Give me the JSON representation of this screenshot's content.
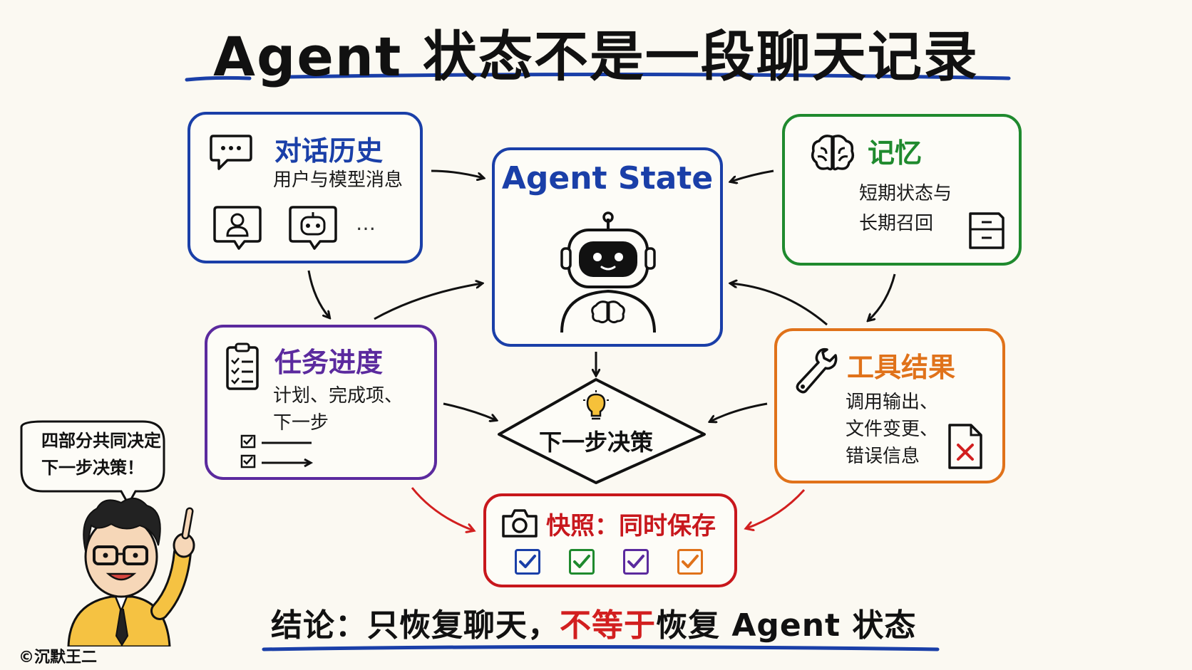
{
  "title": "Agent 状态不是一段聊天记录",
  "center": {
    "title": "Agent State"
  },
  "history": {
    "title": "对话历史",
    "subtitle": "用户与模型消息",
    "ellipsis": "…"
  },
  "memory": {
    "title": "记忆",
    "line1": "短期状态与",
    "line2": "长期召回"
  },
  "progress": {
    "title": "任务进度",
    "line1": "计划、完成项、",
    "line2": "下一步"
  },
  "tools": {
    "title": "工具结果",
    "line1": "调用输出、",
    "line2": "文件变更、",
    "line3": "错误信息"
  },
  "decision": {
    "label": "下一步决策"
  },
  "snapshot": {
    "title": "快照：同时保存",
    "check_colors": [
      "#1a3fa8",
      "#1f8a2e",
      "#5b2a9e",
      "#e0721a"
    ]
  },
  "bubble": {
    "line1": "四部分共同决定",
    "line2": "下一步决策！"
  },
  "conclusion": {
    "part1": "结论：只恢复聊天，",
    "highlight": "不等于",
    "part2": "恢复 Agent 状态"
  },
  "copyright": "©沉默王二",
  "colors": {
    "blue": "#1a3fa8",
    "green": "#1f8a2e",
    "purple": "#5b2a9e",
    "orange": "#e0721a",
    "red": "#c8171c"
  }
}
